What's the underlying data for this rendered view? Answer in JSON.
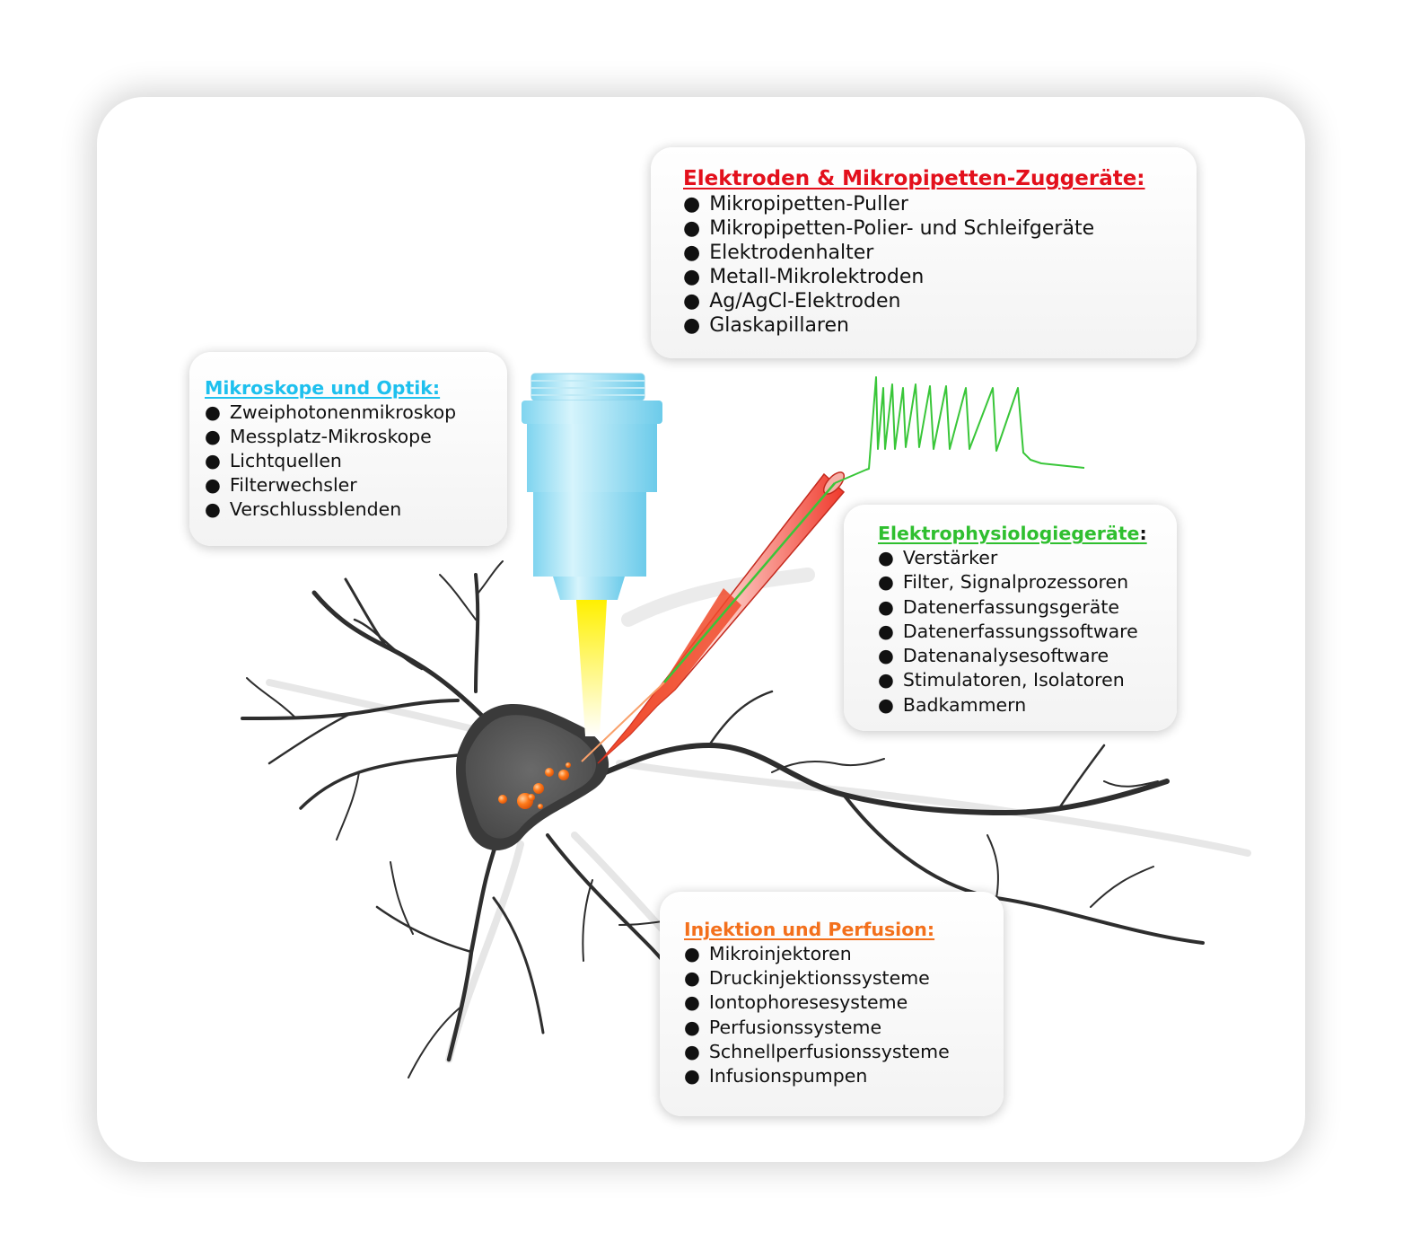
{
  "boxes": {
    "electrodes": {
      "title": "Elektroden & Mikropipetten-Zuggeräte:",
      "color": "#e3101c",
      "items": [
        "Mikropipetten-Puller",
        "Mikropipetten-Polier- und Schleifgeräte",
        "Elektrodenhalter",
        "Metall-Mikrolektroden",
        "Ag/AgCl-Elektroden",
        "Glaskapillaren"
      ]
    },
    "microscopes": {
      "title": "Mikroskope und Optik:",
      "color": "#1ec0ee",
      "items": [
        "Zweiphotonenmikroskop",
        "Messplatz-Mikroskope",
        "Lichtquellen",
        "Filterwechsler",
        "Verschlussblenden"
      ]
    },
    "ephys": {
      "title": "Elektrophysiologiegeräte",
      "title_suffix": ":",
      "color": "#2fbf2f",
      "items": [
        "Verstärker",
        "Filter, Signalprozessoren",
        "Datenerfassungsgeräte",
        "Datenerfassungssoftware",
        "Datenanalysesoftware",
        "Stimulatoren, Isolatoren",
        "Badkammern"
      ]
    },
    "injection": {
      "title": "Injektion und  Perfusion:",
      "color": "#f3701c",
      "items": [
        "Mikroinjektoren",
        "Druckinjektionssysteme",
        "Iontophoresesysteme",
        "Perfusionssysteme",
        "Schnellperfusionssysteme",
        "Infusionspumpen"
      ]
    }
  },
  "bullet": "●",
  "illustration": {
    "objective_color": "#a9e6f7",
    "light_beam_color": "#fff23a",
    "pipette_color": "#f0443a",
    "trace_color": "#39c639",
    "neuron_body_color": "#5e5e5e",
    "vesicle_color": "#ff7a1a"
  }
}
